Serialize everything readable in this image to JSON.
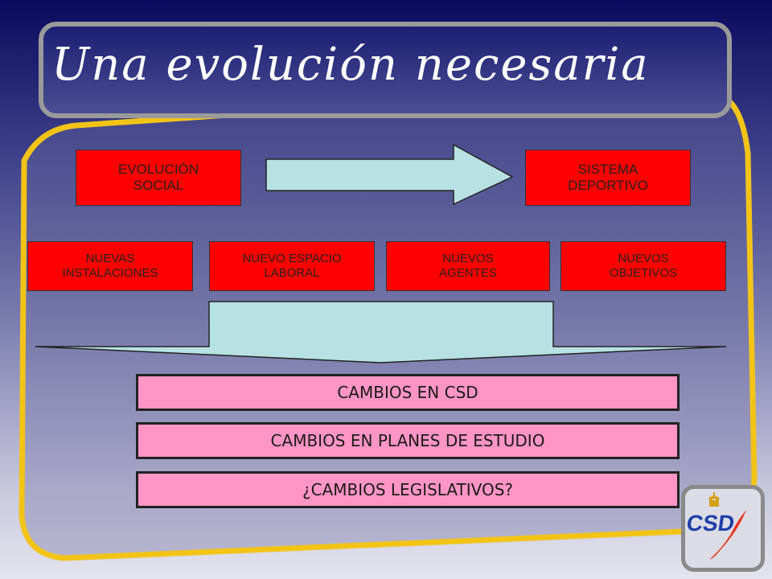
{
  "slide": {
    "title": "Una evolución necesaria"
  },
  "top_row": {
    "left_label": "EVOLUCIÓN\nSOCIAL",
    "right_label": "SISTEMA\nDEPORTIVO"
  },
  "factors": [
    {
      "label": "NUEVAS\nINSTALACIONES"
    },
    {
      "label": "NUEVO ESPACIO\nLABORAL"
    },
    {
      "label": "NUEVOS\nAGENTES"
    },
    {
      "label": "NUEVOS\nOBJETIVOS"
    }
  ],
  "changes": [
    {
      "label": "CAMBIOS EN CSD"
    },
    {
      "label": "CAMBIOS EN PLANES DE ESTUDIO"
    },
    {
      "label": "¿CAMBIOS LEGISLATIVOS?"
    }
  ],
  "logo": {
    "text": "CSD",
    "colors": {
      "primary": "#1f3fa8",
      "accent": "#e8351c",
      "crown": "#d4a017"
    }
  },
  "colors": {
    "frame_border": "#f2c418",
    "red_box": "#ff0000",
    "pink_box": "#ff95c5",
    "arrow_fill": "#b7e1e3"
  }
}
